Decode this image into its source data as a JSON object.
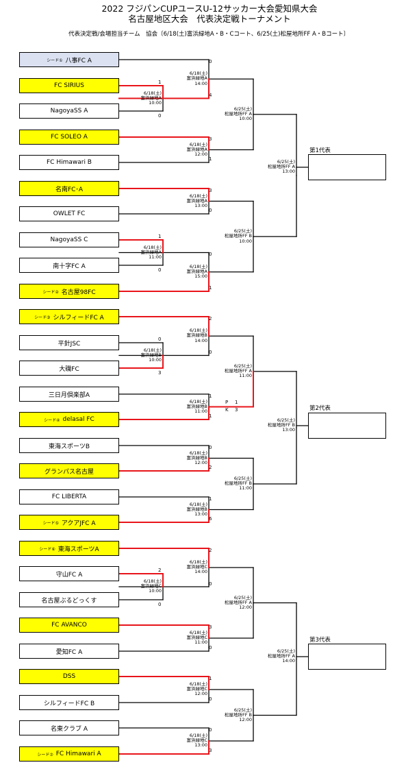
{
  "header": {
    "title_line1": "2022  フジパンCUPユースU-12サッカー大会愛知県大会",
    "title_line2": "名古屋地区大会　代表決定戦トーナメント",
    "subtitle": "代表決定戦/会場担当チーム　協会〔6/18(土)富浜緑地A・B・Cコート、6/25(土)松屋地所FF  A・Bコート〕"
  },
  "teams": [
    {
      "seed": "シード①",
      "name": "八事FC  A"
    },
    {
      "seed": "",
      "name": "FC  SIRIUS"
    },
    {
      "seed": "",
      "name": "NagoyaSS  A"
    },
    {
      "seed": "",
      "name": "FC  SOLEO  A"
    },
    {
      "seed": "",
      "name": "FC  Himawari  B"
    },
    {
      "seed": "",
      "name": "名南FC･A"
    },
    {
      "seed": "",
      "name": "OWLET  FC"
    },
    {
      "seed": "",
      "name": "NagoyaSS  C"
    },
    {
      "seed": "",
      "name": "南十字FC  A"
    },
    {
      "seed": "シード②",
      "name": "名古屋98FC"
    },
    {
      "seed": "シード③",
      "name": "シルフィードFC A"
    },
    {
      "seed": "",
      "name": "平針JSC"
    },
    {
      "seed": "",
      "name": "大磯FC"
    },
    {
      "seed": "",
      "name": "三日月倶楽部A"
    },
    {
      "seed": "シード④",
      "name": "delasal FC"
    },
    {
      "seed": "",
      "name": "東海スポーツB"
    },
    {
      "seed": "",
      "name": "グランパス名古屋"
    },
    {
      "seed": "",
      "name": "FC  LIBERTA"
    },
    {
      "seed": "シード⑤",
      "name": "アクアJFC A"
    },
    {
      "seed": "シード⑥",
      "name": "東海スポーツA"
    },
    {
      "seed": "",
      "name": "守山FC  A"
    },
    {
      "seed": "",
      "name": "名古屋ぶるどっくす"
    },
    {
      "seed": "",
      "name": "FC  AVANCO"
    },
    {
      "seed": "",
      "name": "愛知FC  A"
    },
    {
      "seed": "",
      "name": "DSS"
    },
    {
      "seed": "",
      "name": "シルフィードFC  B"
    },
    {
      "seed": "",
      "name": "名東クラブ  A"
    },
    {
      "seed": "シード⑦",
      "name": "FC  Himawari  A"
    }
  ],
  "representatives": [
    "第1代表",
    "第2代表",
    "第3代表"
  ],
  "matches": [
    {
      "date": "6/18(土)",
      "venue": "富浜緑地A",
      "time": "10:00",
      "score_top": "1",
      "score_bottom": "0"
    },
    {
      "date": "6/18(土)",
      "venue": "富浜緑地A",
      "time": "14:00",
      "score_top": "0",
      "score_bottom": "4"
    },
    {
      "date": "6/18(土)",
      "venue": "富浜緑地A",
      "time": "12:00",
      "score_top": "3",
      "score_bottom": "1"
    },
    {
      "date": "6/18(土)",
      "venue": "富浜緑地A",
      "time": "13:00",
      "score_top": "3",
      "score_bottom": "0"
    },
    {
      "date": "6/18(土)",
      "venue": "富浜緑地A",
      "time": "11:00",
      "score_top": "1",
      "score_bottom": "0"
    },
    {
      "date": "6/18(土)",
      "venue": "富浜緑地A",
      "time": "15:00",
      "score_top": "0",
      "score_bottom": "1"
    },
    {
      "date": "6/18(土)",
      "venue": "富浜緑地B",
      "time": "10:00",
      "score_top": "0",
      "score_bottom": "3"
    },
    {
      "date": "6/18(土)",
      "venue": "富浜緑地B",
      "time": "14:00",
      "score_top": "2",
      "score_bottom": "0"
    },
    {
      "date": "6/18(土)",
      "venue": "富浜緑地B",
      "time": "11:00",
      "score_top": "1",
      "score_bottom": "1"
    },
    {
      "date": "6/18(土)",
      "venue": "富浜緑地B",
      "time": "12:00",
      "score_top": "0",
      "score_bottom": "2"
    },
    {
      "date": "6/18(土)",
      "venue": "富浜緑地B",
      "time": "13:00",
      "score_top": "1",
      "score_bottom": "6"
    },
    {
      "date": "6/18(土)",
      "venue": "富浜緑地C",
      "time": "10:00",
      "score_top": "2",
      "score_bottom": "0"
    },
    {
      "date": "6/18(土)",
      "venue": "富浜緑地C",
      "time": "14:00",
      "score_top": "2",
      "score_bottom": "0"
    },
    {
      "date": "6/18(土)",
      "venue": "富浜緑地C",
      "time": "11:00",
      "score_top": "3",
      "score_bottom": "0"
    },
    {
      "date": "6/18(土)",
      "venue": "富浜緑地C",
      "time": "12:00",
      "score_top": "1",
      "score_bottom": "0"
    },
    {
      "date": "6/18(土)",
      "venue": "富浜緑地C",
      "time": "13:00",
      "score_top": "0",
      "score_bottom": "3"
    },
    {
      "date": "6/25(土)",
      "venue": "松屋地所FF  A",
      "time": "10:00"
    },
    {
      "date": "6/25(土)",
      "venue": "松屋地所FF  B",
      "time": "10:00"
    },
    {
      "date": "6/25(土)",
      "venue": "松屋地所FF  A",
      "time": "11:00"
    },
    {
      "date": "6/25(土)",
      "venue": "松屋地所FF  B",
      "time": "11:00"
    },
    {
      "date": "6/25(土)",
      "venue": "松屋地所FF  A",
      "time": "12:00"
    },
    {
      "date": "6/25(土)",
      "venue": "松屋地所FF  B",
      "time": "12:00"
    },
    {
      "date": "6/25(土)",
      "venue": "松屋地所FF  A",
      "time": "13:00"
    },
    {
      "date": "6/25(土)",
      "venue": "松屋地所FF  B",
      "time": "13:00"
    },
    {
      "date": "6/25(土)",
      "venue": "松屋地所FF  A",
      "time": "14:00"
    }
  ],
  "pk": {
    "label_p": "P",
    "label_k": "K",
    "score_top": "1",
    "score_bottom": "3"
  },
  "colors": {
    "winner_line": "#e8141a",
    "line": "#000000",
    "seed_blue": "#dbe1f1",
    "yellow": "#ffff00"
  }
}
